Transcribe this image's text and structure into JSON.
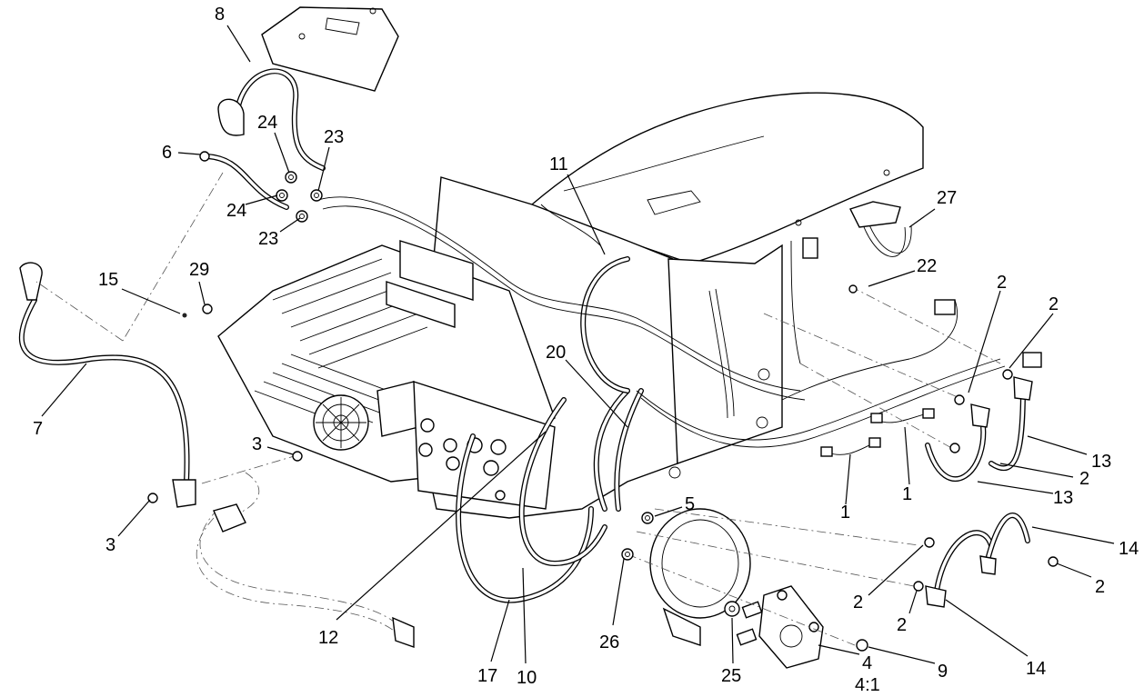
{
  "callouts": {
    "c8": "8",
    "c24a": "24",
    "c23a": "23",
    "c6": "6",
    "c24b": "24",
    "c23b": "23",
    "c11": "11",
    "c27": "27",
    "c22": "22",
    "c15": "15",
    "c29": "29",
    "c2a": "2",
    "c2b": "2",
    "c7": "7",
    "c20": "20",
    "c3a": "3",
    "c3b": "3",
    "c13a": "13",
    "c2c": "2",
    "c13b": "13",
    "c1a": "1",
    "c1b": "1",
    "c5": "5",
    "c14a": "14",
    "c2d": "2",
    "c2e": "2",
    "c2f": "2",
    "c14b": "14",
    "c12": "12",
    "c26": "26",
    "c9": "9",
    "c4": "4",
    "c4scale": "4:1",
    "c25": "25",
    "c17": "17",
    "c10": "10"
  }
}
